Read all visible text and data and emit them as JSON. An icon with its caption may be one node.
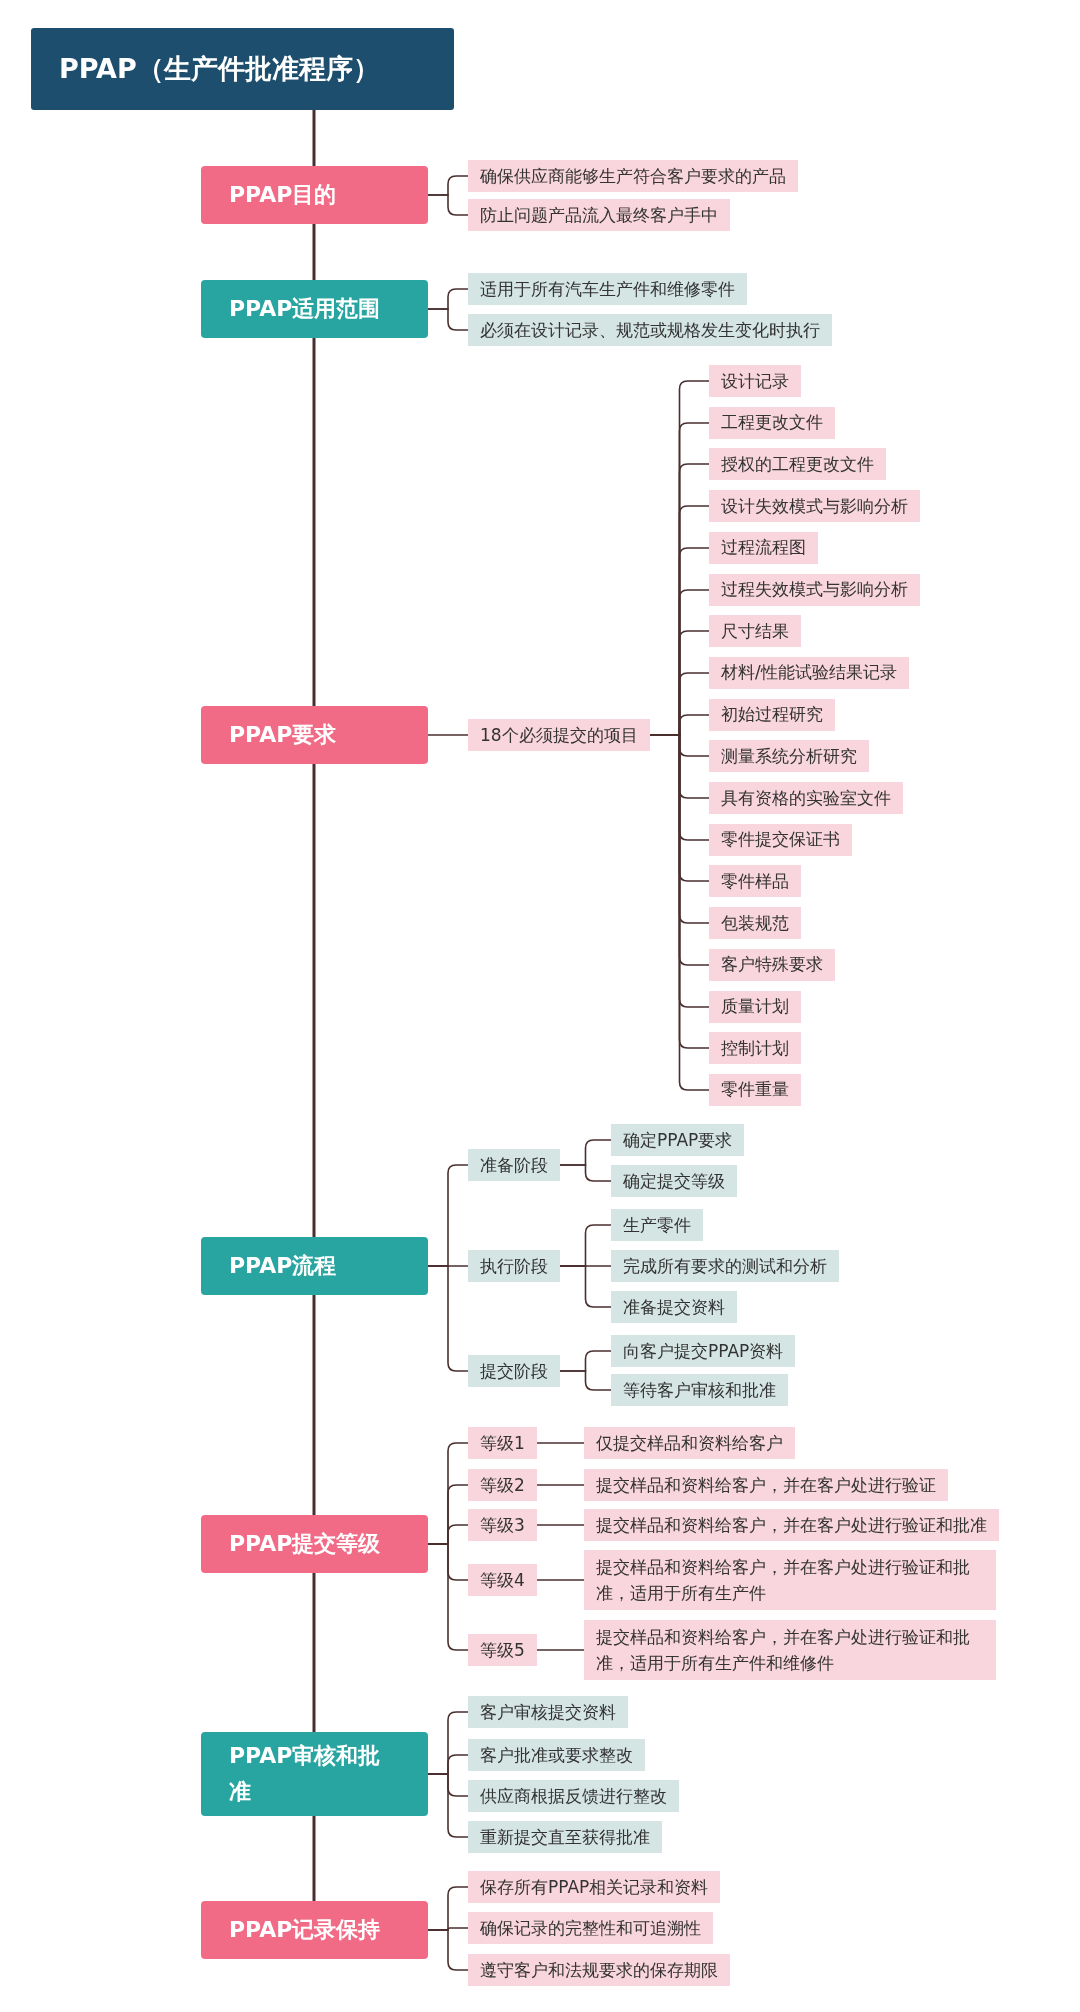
{
  "diagram": {
    "nodes": [
      {
        "text": [
          "PPAP（生产件批准程序）"
        ]
      },
      {
        "text": [
          "PPAP目的"
        ]
      },
      {
        "text": [
          "确保供应商能够生产符合客户要求的产品"
        ]
      },
      {
        "text": [
          "防止问题产品流入最终客户手中"
        ]
      },
      {
        "text": [
          "PPAP适用范围"
        ]
      },
      {
        "text": [
          "适用于所有汽车生产件和维修零件"
        ]
      },
      {
        "text": [
          "必须在设计记录、规范或规格发生变化时执行"
        ]
      },
      {
        "text": [
          "PPAP要求"
        ]
      },
      {
        "text": [
          "18个必须提交的项目"
        ]
      },
      {
        "text": [
          "设计记录"
        ]
      },
      {
        "text": [
          "工程更改文件"
        ]
      },
      {
        "text": [
          "授权的工程更改文件"
        ]
      },
      {
        "text": [
          "设计失效模式与影响分析"
        ]
      },
      {
        "text": [
          "过程流程图"
        ]
      },
      {
        "text": [
          "过程失效模式与影响分析"
        ]
      },
      {
        "text": [
          "尺寸结果"
        ]
      },
      {
        "text": [
          "材料/性能试验结果记录"
        ]
      },
      {
        "text": [
          "初始过程研究"
        ]
      },
      {
        "text": [
          "测量系统分析研究"
        ]
      },
      {
        "text": [
          "具有资格的实验室文件"
        ]
      },
      {
        "text": [
          "零件提交保证书"
        ]
      },
      {
        "text": [
          "零件样品"
        ]
      },
      {
        "text": [
          "包装规范"
        ]
      },
      {
        "text": [
          "客户特殊要求"
        ]
      },
      {
        "text": [
          "质量计划"
        ]
      },
      {
        "text": [
          "控制计划"
        ]
      },
      {
        "text": [
          "零件重量"
        ]
      },
      {
        "text": [
          "PPAP流程"
        ]
      },
      {
        "text": [
          "准备阶段"
        ]
      },
      {
        "text": [
          "确定PPAP要求"
        ]
      },
      {
        "text": [
          "确定提交等级"
        ]
      },
      {
        "text": [
          "执行阶段"
        ]
      },
      {
        "text": [
          "生产零件"
        ]
      },
      {
        "text": [
          "完成所有要求的测试和分析"
        ]
      },
      {
        "text": [
          "准备提交资料"
        ]
      },
      {
        "text": [
          "提交阶段"
        ]
      },
      {
        "text": [
          "向客户提交PPAP资料"
        ]
      },
      {
        "text": [
          "等待客户审核和批准"
        ]
      },
      {
        "text": [
          "PPAP提交等级"
        ]
      },
      {
        "text": [
          "等级1"
        ]
      },
      {
        "text": [
          "仅提交样品和资料给客户"
        ]
      },
      {
        "text": [
          "等级2"
        ]
      },
      {
        "text": [
          "提交样品和资料给客户，并在客户处进行验证"
        ]
      },
      {
        "text": [
          "等级3"
        ]
      },
      {
        "text": [
          "提交样品和资料给客户，并在客户处进行验证和批准"
        ]
      },
      {
        "text": [
          "等级4"
        ]
      },
      {
        "text": [
          "提交样品和资料给客户，并在客户处进行验证和批准，适用于所有生产件"
        ]
      },
      {
        "text": [
          "等级5"
        ]
      },
      {
        "text": [
          "提交样品和资料给客户，并在客户处进行验证和批准，适用于所有生产件和维修件"
        ]
      },
      {
        "text": [
          "PPAP审核和批准"
        ]
      },
      {
        "text": [
          "客户审核提交资料"
        ]
      },
      {
        "text": [
          "客户批准或要求整改"
        ]
      },
      {
        "text": [
          "供应商根据反馈进行整改"
        ]
      },
      {
        "text": [
          "重新提交直至获得批准"
        ]
      },
      {
        "text": [
          "PPAP记录保持"
        ]
      },
      {
        "text": [
          "保存所有PPAP相关记录和资料"
        ]
      },
      {
        "text": [
          "确保记录的完整性和可追溯性"
        ]
      },
      {
        "text": [
          "遵守客户和法规要求的保存期限"
        ]
      }
    ],
    "edges": [
      {
        "from": 0,
        "to": 1,
        "arrow": "none"
      },
      {
        "from": 1,
        "to": 4,
        "arrow": "none"
      },
      {
        "from": 4,
        "to": 7,
        "arrow": "none"
      },
      {
        "from": 7,
        "to": 27,
        "arrow": "none"
      },
      {
        "from": 27,
        "to": 38,
        "arrow": "none"
      },
      {
        "from": 38,
        "to": 49,
        "arrow": "none"
      },
      {
        "from": 49,
        "to": 54,
        "arrow": "none"
      },
      {
        "from": 1,
        "to": 2,
        "arrow": "none"
      },
      {
        "from": 1,
        "to": 3,
        "arrow": "none"
      },
      {
        "from": 4,
        "to": 5,
        "arrow": "none"
      },
      {
        "from": 4,
        "to": 6,
        "arrow": "none"
      },
      {
        "from": 7,
        "to": 8,
        "arrow": "none"
      },
      {
        "from": 8,
        "to": 9,
        "arrow": "none"
      },
      {
        "from": 8,
        "to": 10,
        "arrow": "none"
      },
      {
        "from": 8,
        "to": 11,
        "arrow": "none"
      },
      {
        "from": 8,
        "to": 12,
        "arrow": "none"
      },
      {
        "from": 8,
        "to": 13,
        "arrow": "none"
      },
      {
        "from": 8,
        "to": 14,
        "arrow": "none"
      },
      {
        "from": 8,
        "to": 15,
        "arrow": "none"
      },
      {
        "from": 8,
        "to": 16,
        "arrow": "none"
      },
      {
        "from": 8,
        "to": 17,
        "arrow": "none"
      },
      {
        "from": 8,
        "to": 18,
        "arrow": "none"
      },
      {
        "from": 8,
        "to": 19,
        "arrow": "none"
      },
      {
        "from": 8,
        "to": 20,
        "arrow": "none"
      },
      {
        "from": 8,
        "to": 21,
        "arrow": "none"
      },
      {
        "from": 8,
        "to": 22,
        "arrow": "none"
      },
      {
        "from": 8,
        "to": 23,
        "arrow": "none"
      },
      {
        "from": 8,
        "to": 24,
        "arrow": "none"
      },
      {
        "from": 8,
        "to": 25,
        "arrow": "none"
      },
      {
        "from": 8,
        "to": 26,
        "arrow": "none"
      },
      {
        "from": 27,
        "to": 28,
        "arrow": "none"
      },
      {
        "from": 27,
        "to": 31,
        "arrow": "none"
      },
      {
        "from": 27,
        "to": 35,
        "arrow": "none"
      },
      {
        "from": 28,
        "to": 29,
        "arrow": "none"
      },
      {
        "from": 28,
        "to": 30,
        "arrow": "none"
      },
      {
        "from": 31,
        "to": 32,
        "arrow": "none"
      },
      {
        "from": 31,
        "to": 33,
        "arrow": "none"
      },
      {
        "from": 31,
        "to": 34,
        "arrow": "none"
      },
      {
        "from": 35,
        "to": 36,
        "arrow": "none"
      },
      {
        "from": 35,
        "to": 37,
        "arrow": "none"
      },
      {
        "from": 38,
        "to": 39,
        "arrow": "none"
      },
      {
        "from": 38,
        "to": 41,
        "arrow": "none"
      },
      {
        "from": 38,
        "to": 43,
        "arrow": "none"
      },
      {
        "from": 38,
        "to": 45,
        "arrow": "none"
      },
      {
        "from": 38,
        "to": 47,
        "arrow": "none"
      },
      {
        "from": 39,
        "to": 40,
        "arrow": "none"
      },
      {
        "from": 41,
        "to": 42,
        "arrow": "none"
      },
      {
        "from": 43,
        "to": 44,
        "arrow": "none"
      },
      {
        "from": 45,
        "to": 46,
        "arrow": "none"
      },
      {
        "from": 47,
        "to": 48,
        "arrow": "none"
      },
      {
        "from": 49,
        "to": 50,
        "arrow": "none"
      },
      {
        "from": 49,
        "to": 51,
        "arrow": "none"
      },
      {
        "from": 49,
        "to": 52,
        "arrow": "none"
      },
      {
        "from": 49,
        "to": 53,
        "arrow": "none"
      },
      {
        "from": 54,
        "to": 55,
        "arrow": "none"
      },
      {
        "from": 54,
        "to": 56,
        "arrow": "none"
      },
      {
        "from": 54,
        "to": 57,
        "arrow": "none"
      }
    ]
  }
}
